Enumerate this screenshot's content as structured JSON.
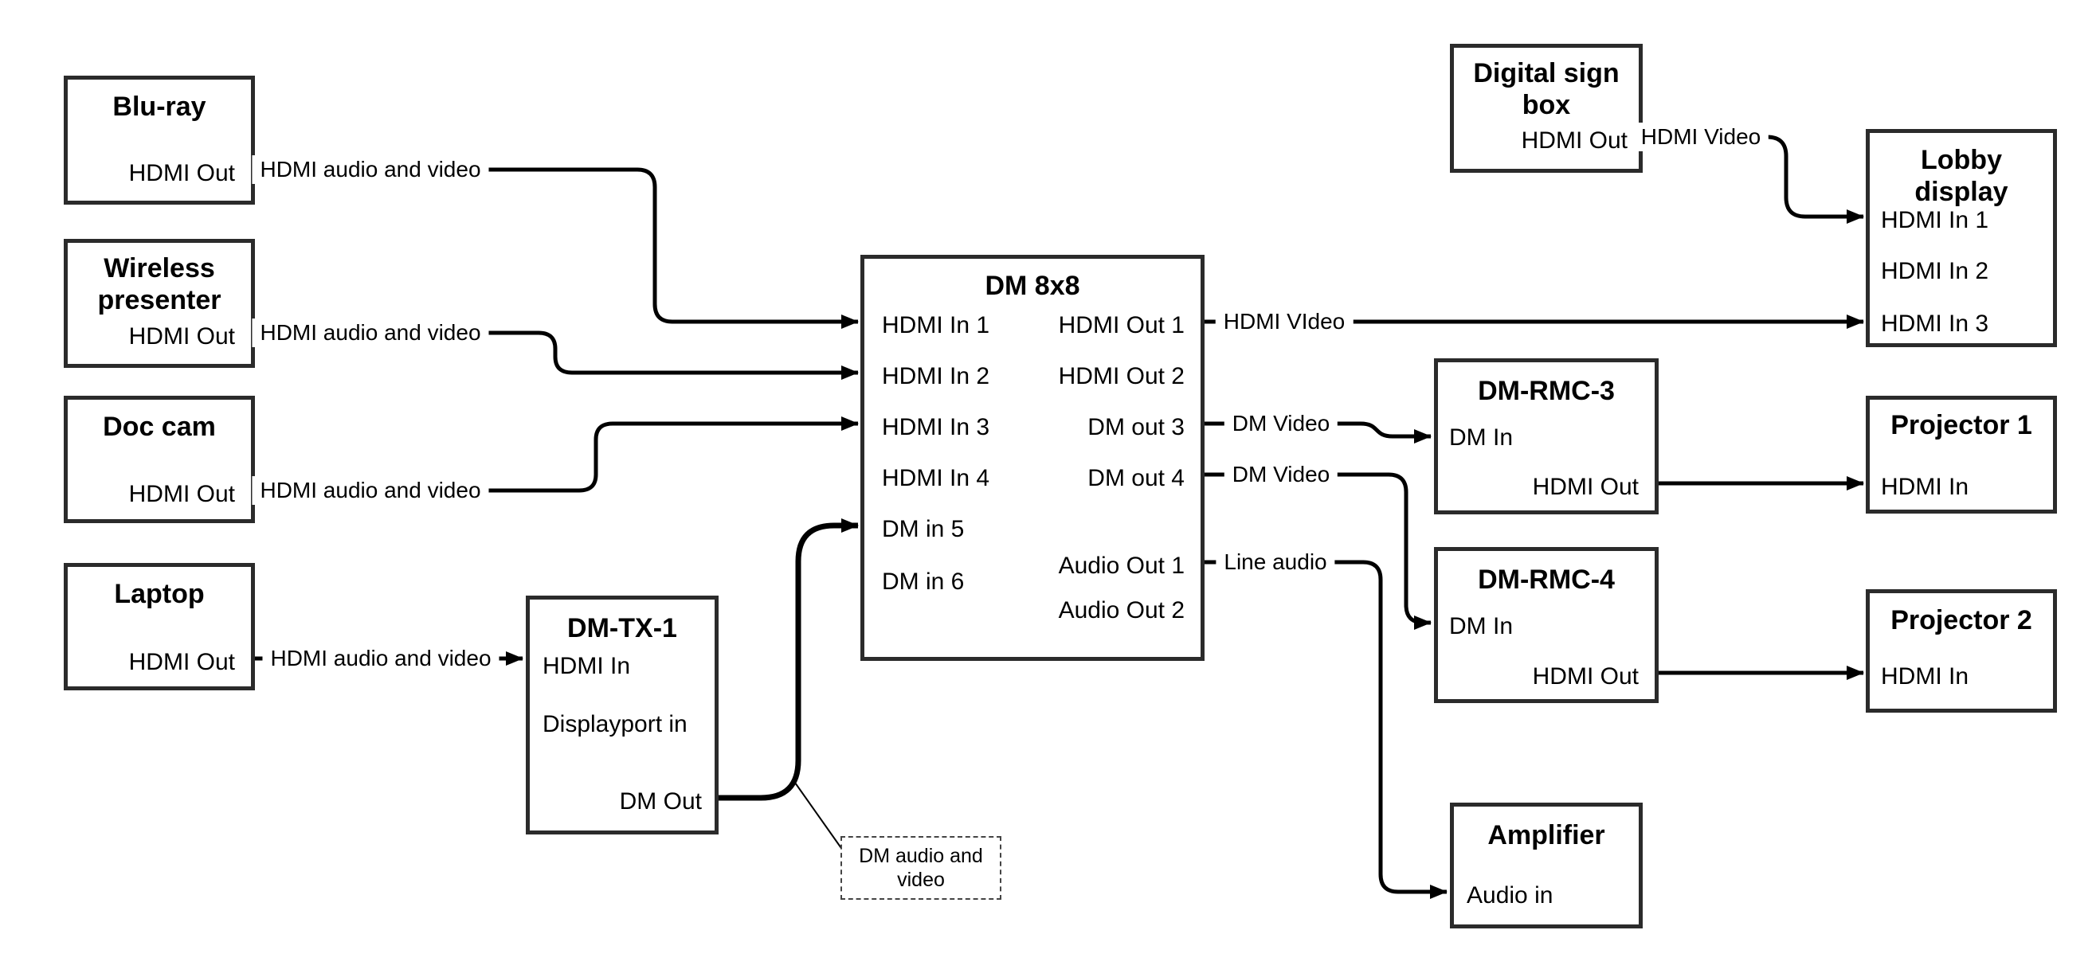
{
  "diagram": {
    "colors": {
      "background": "#ffffff",
      "line": "#000000",
      "box_border": "#2b2b2b"
    },
    "nodes": {
      "bluray": {
        "title": "Blu-ray",
        "ports": {
          "hdmi_out": "HDMI Out"
        }
      },
      "wireless": {
        "title": "Wireless presenter",
        "ports": {
          "hdmi_out": "HDMI Out"
        }
      },
      "doccam": {
        "title": "Doc cam",
        "ports": {
          "hdmi_out": "HDMI Out"
        }
      },
      "laptop": {
        "title": "Laptop",
        "ports": {
          "hdmi_out": "HDMI Out"
        }
      },
      "dmtx1": {
        "title": "DM-TX-1",
        "ports": {
          "hdmi_in": "HDMI In",
          "displayport_in": "Displayport in",
          "dm_out": "DM Out"
        }
      },
      "dm8x8": {
        "title": "DM 8x8",
        "ports": {
          "in1": "HDMI In 1",
          "in2": "HDMI In 2",
          "in3": "HDMI In 3",
          "in4": "HDMI In 4",
          "in5": "DM in 5",
          "in6": "DM in 6",
          "out1": "HDMI Out 1",
          "out2": "HDMI Out 2",
          "out3": "DM out 3",
          "out4": "DM out 4",
          "audio1": "Audio Out 1",
          "audio2": "Audio Out 2"
        }
      },
      "digitalsign": {
        "title": "Digital sign box",
        "ports": {
          "hdmi_out": "HDMI Out"
        }
      },
      "lobbydisplay": {
        "title": "Lobby display",
        "ports": {
          "in1": "HDMI In 1",
          "in2": "HDMI In 2",
          "in3": "HDMI In 3"
        }
      },
      "dmrmc3": {
        "title": "DM-RMC-3",
        "ports": {
          "dm_in": "DM In",
          "hdmi_out": "HDMI Out"
        }
      },
      "projector1": {
        "title": "Projector 1",
        "ports": {
          "hdmi_in": "HDMI In"
        }
      },
      "dmrmc4": {
        "title": "DM-RMC-4",
        "ports": {
          "dm_in": "DM In",
          "hdmi_out": "HDMI Out"
        }
      },
      "projector2": {
        "title": "Projector 2",
        "ports": {
          "hdmi_in": "HDMI In"
        }
      },
      "amplifier": {
        "title": "Amplifier",
        "ports": {
          "audio_in": "Audio in"
        }
      }
    },
    "edges": {
      "bluray_to_in1": {
        "label": "HDMI audio and video"
      },
      "wireless_to_in2": {
        "label": "HDMI audio and video"
      },
      "doccam_to_in3": {
        "label": "HDMI audio and video"
      },
      "laptop_to_dmtx1": {
        "label": "HDMI audio and video"
      },
      "out1_to_lobby": {
        "label": "HDMI VIdeo"
      },
      "dmout3_to_rmc3": {
        "label": "DM Video"
      },
      "dmout4_to_rmc4": {
        "label": "DM Video"
      },
      "audio1_to_amp": {
        "label": "Line audio"
      },
      "sign_to_lobby": {
        "label": "HDMI Video"
      }
    },
    "callout": {
      "text": "DM audio and video"
    }
  }
}
